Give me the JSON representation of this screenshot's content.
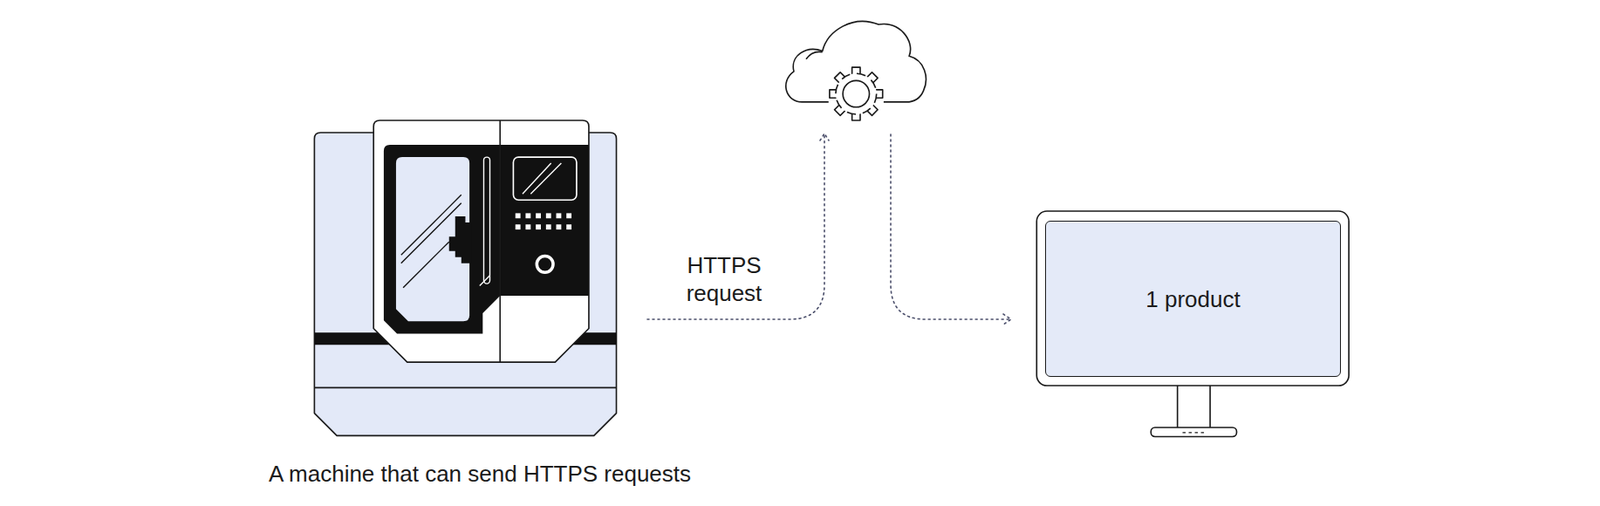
{
  "diagram": {
    "nodes": [
      {
        "text": [
          "A machine that can send HTTPS requests"
        ]
      },
      {
        "text": [
          "1 product"
        ]
      }
    ],
    "edges": [
      {
        "from": 0,
        "to": 1,
        "arrow": "to",
        "label": "HTTPS request"
      }
    ]
  }
}
